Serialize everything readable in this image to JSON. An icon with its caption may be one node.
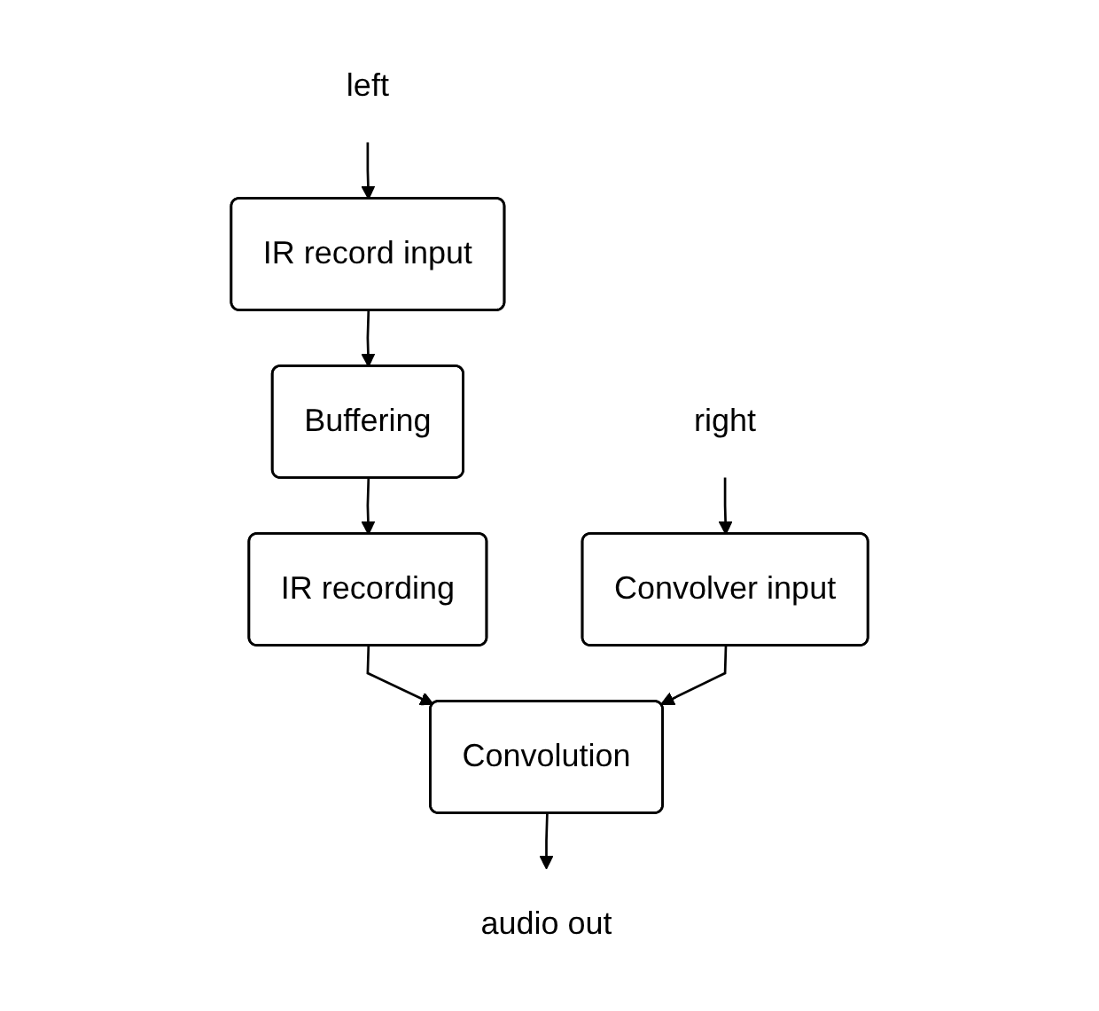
{
  "diagram": {
    "nodes": [
      {
        "text": [
          "left"
        ]
      },
      {
        "text": [
          "right"
        ]
      },
      {
        "text": [
          "IR record input"
        ]
      },
      {
        "text": [
          "Convolver input"
        ]
      },
      {
        "text": [
          "Buffering"
        ]
      },
      {
        "text": [
          "IR recording"
        ]
      },
      {
        "text": [
          "Convolution"
        ]
      },
      {
        "text": [
          "audio out"
        ]
      }
    ],
    "edges": [
      {
        "from": 0,
        "to": 2,
        "arrow": "to"
      },
      {
        "from": 1,
        "to": 3,
        "arrow": "to"
      },
      {
        "from": 2,
        "to": 4,
        "arrow": "to"
      },
      {
        "from": 4,
        "to": 5,
        "arrow": "to"
      },
      {
        "from": 5,
        "to": 6,
        "arrow": "to"
      },
      {
        "from": 3,
        "to": 6,
        "arrow": "to"
      },
      {
        "from": 6,
        "to": 7,
        "arrow": "to"
      }
    ]
  }
}
